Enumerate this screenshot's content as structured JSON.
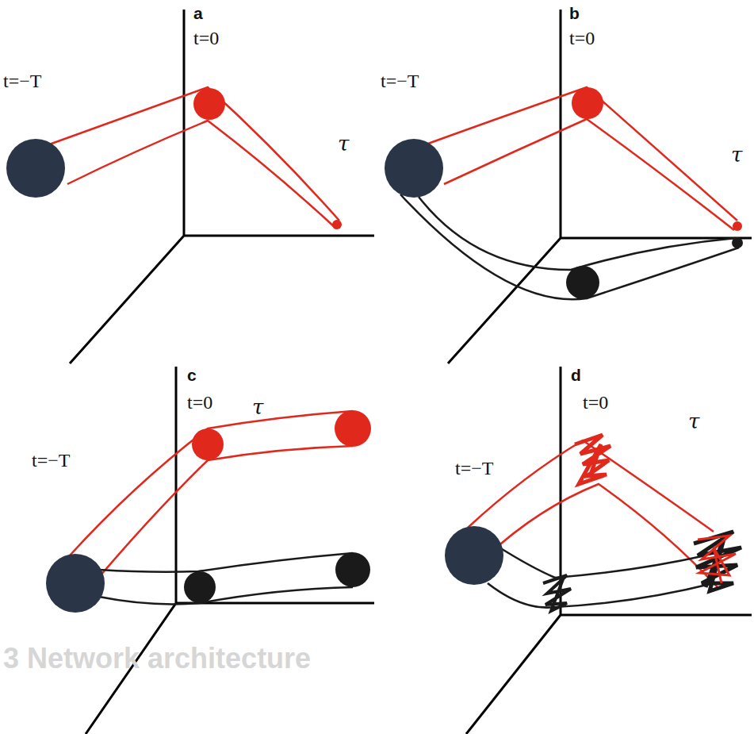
{
  "diagram": {
    "labels": [
      "a",
      "t=0",
      "t=−T",
      "τ",
      "b",
      "t=0",
      "t=−T",
      "τ",
      "c",
      "t=0",
      "τ",
      "t=−T",
      "d",
      "t=0",
      "τ",
      "t=−T",
      "3 Network architecture"
    ]
  }
}
